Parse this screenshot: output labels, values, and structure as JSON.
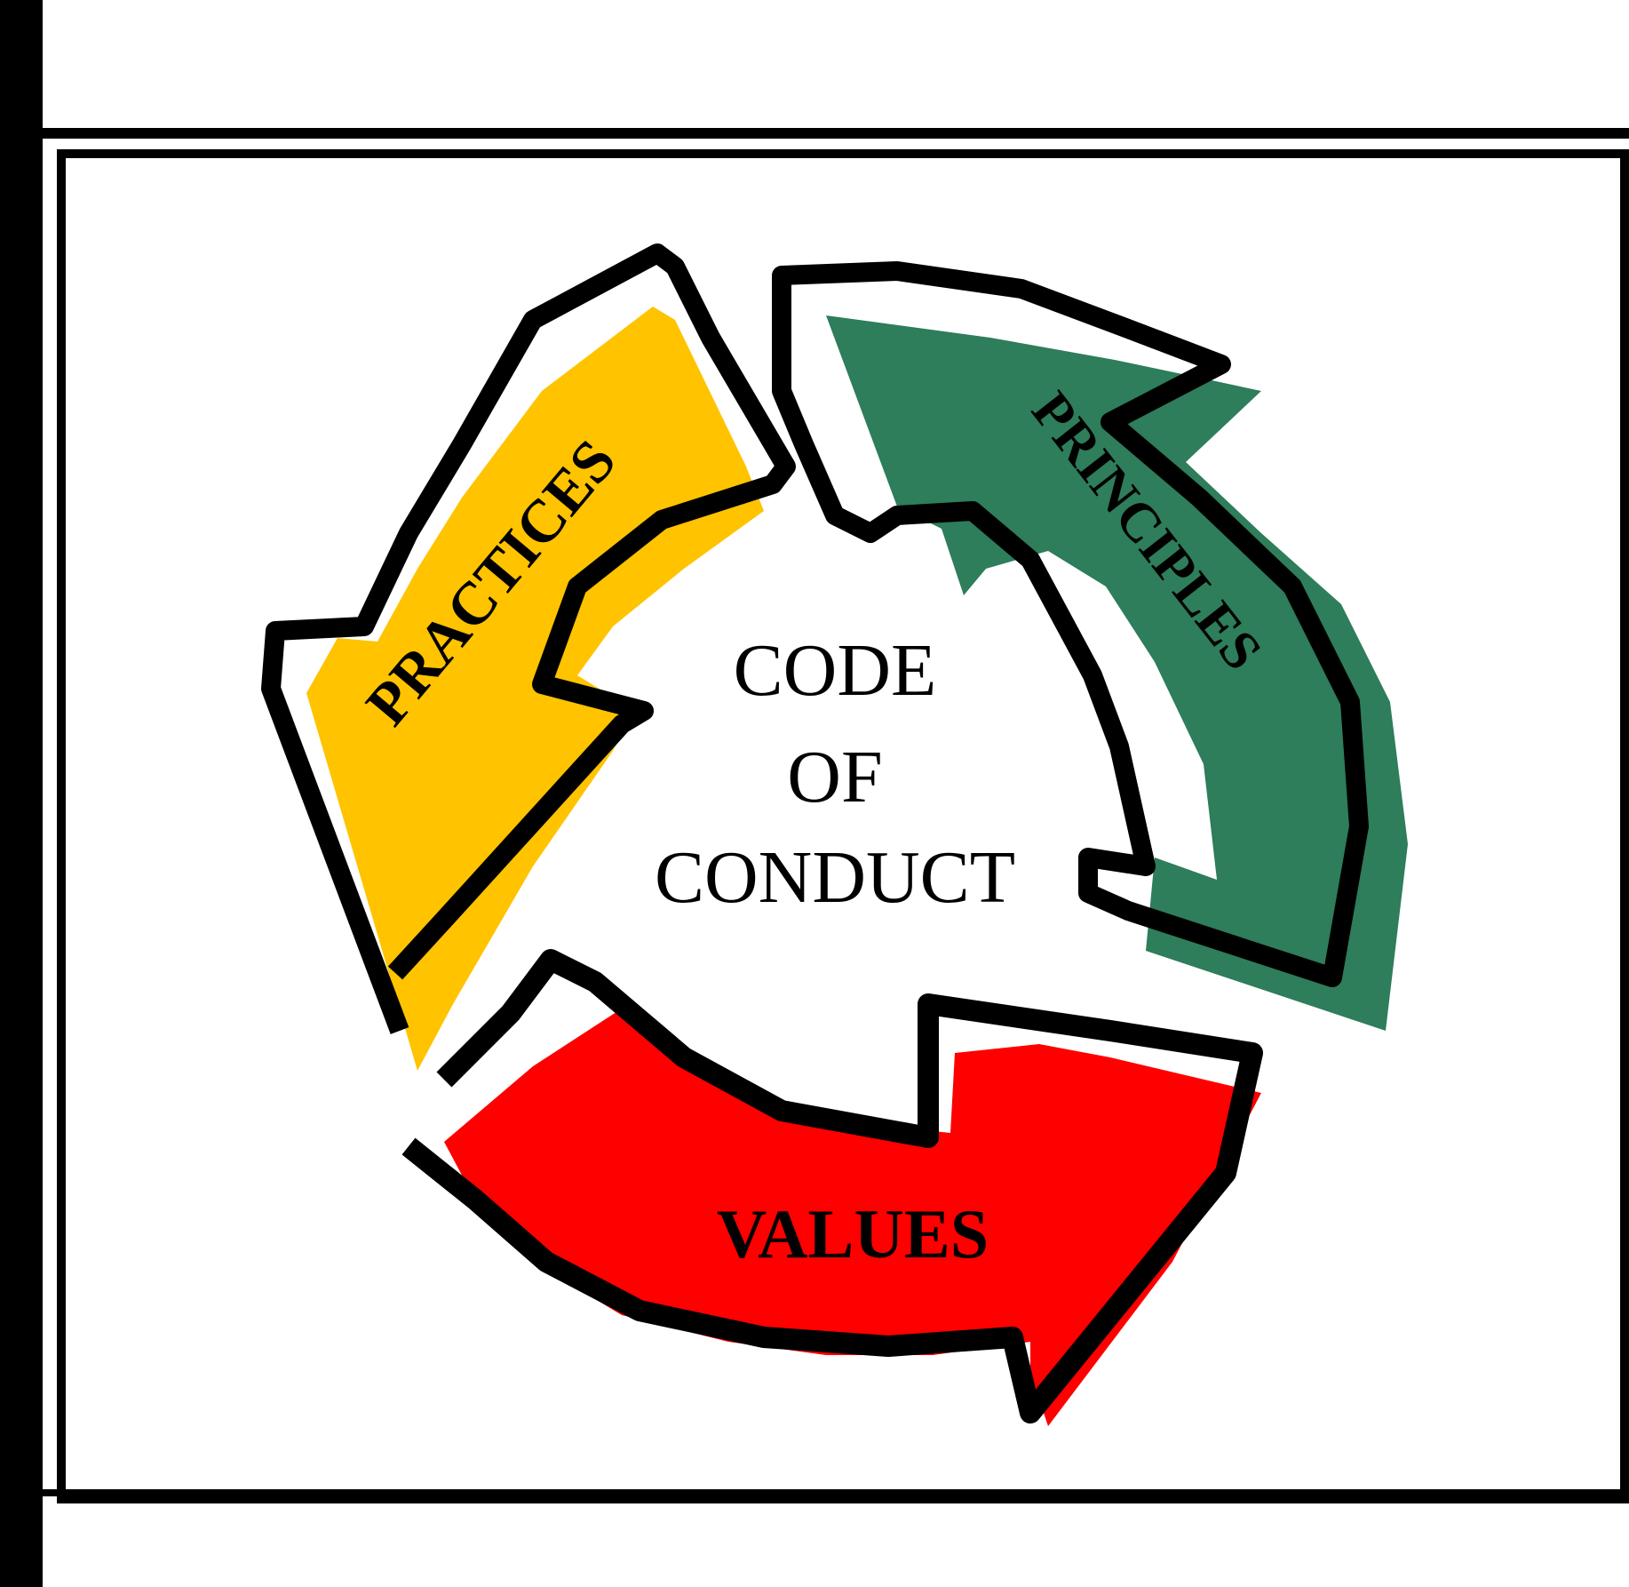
{
  "diagram": {
    "center": {
      "line1": "CODE",
      "line2": "OF",
      "line3": "CONDUCT"
    },
    "arrows": [
      {
        "key": "practices",
        "label": "PRACTICES",
        "color": "#FFC300"
      },
      {
        "key": "principles",
        "label": "PRINCIPLES",
        "color": "#2E7D5B"
      },
      {
        "key": "values",
        "label": "VALUES",
        "color": "#FF0000"
      }
    ]
  }
}
